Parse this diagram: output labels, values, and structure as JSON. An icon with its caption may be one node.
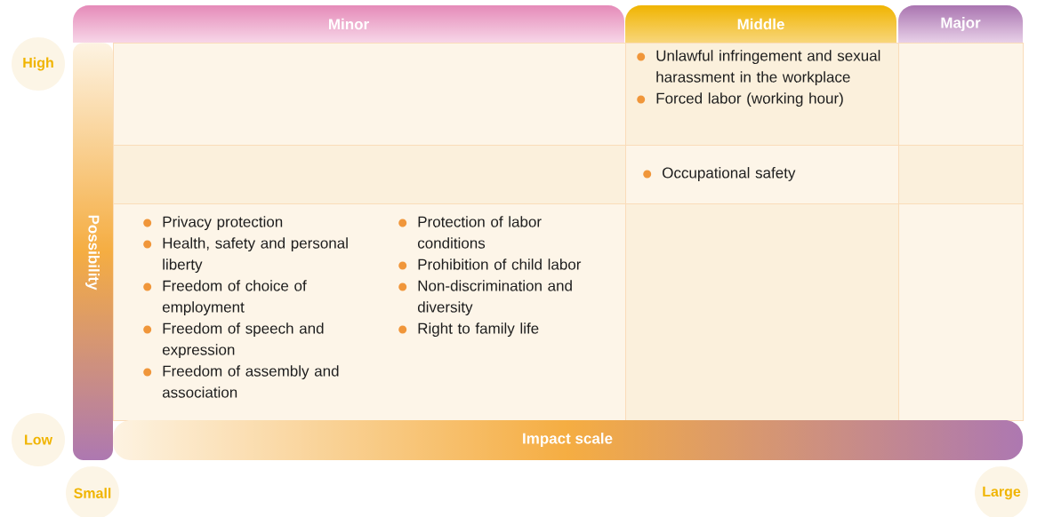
{
  "diagram": {
    "nodes": [
      {
        "text": [
          "High"
        ]
      },
      {
        "text": [
          "Minor"
        ]
      },
      {
        "text": [
          "Middle"
        ]
      },
      {
        "text": [
          "Major"
        ]
      },
      {
        "text": [],
        "shape": "box"
      },
      {
        "text": [
          "Unlawful infringement and sexual harassment in the workplace",
          "Forced labor (working hour)"
        ]
      },
      {
        "text": [],
        "shape": "box"
      },
      {
        "text": [],
        "shape": "box"
      },
      {
        "text": [
          "Occupational safety"
        ]
      },
      {
        "text": [],
        "shape": "box"
      },
      {
        "text": [
          "Privacy protection",
          "Health, safety and personal liberty",
          "Freedom of choice of employment",
          "Freedom of speech and expression",
          "Freedom of assembly and association",
          "Protection of labor conditions",
          "Prohibition of child labor",
          "Non-discrimination and diversity",
          "Right to family life"
        ]
      },
      {
        "text": [],
        "shape": "box"
      },
      {
        "text": [],
        "shape": "box"
      },
      {
        "text": [
          "Possibility"
        ]
      },
      {
        "text": [
          "Low"
        ]
      },
      {
        "text": [
          "Impact scale"
        ]
      },
      {
        "text": [
          "Small"
        ]
      },
      {
        "text": [
          "Large"
        ]
      }
    ]
  }
}
